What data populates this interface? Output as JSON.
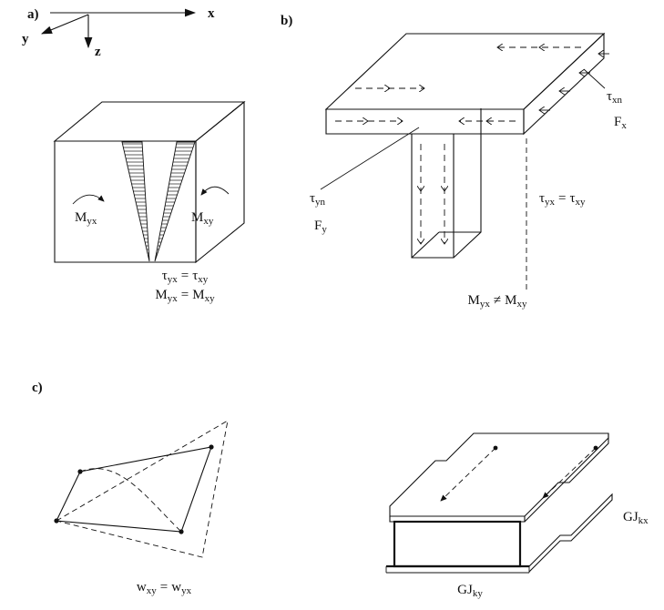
{
  "panel_a": {
    "label": "a)",
    "axes": {
      "x": "x",
      "y": "y",
      "z": "z"
    },
    "moment_left": {
      "main": "M",
      "sub": "yx"
    },
    "moment_right": {
      "main": "M",
      "sub": "xy"
    },
    "eq_tau": {
      "lhs": "τ",
      "lhs_sub": "yx",
      "op": "=",
      "rhs": "τ",
      "rhs_sub": "xy"
    },
    "eq_moment": {
      "lhs": "M",
      "lhs_sub": "yx",
      "op": "=",
      "rhs": "M",
      "rhs_sub": "xy"
    }
  },
  "panel_b": {
    "label": "b)",
    "tau_xn": {
      "main": "τ",
      "sub": "xn"
    },
    "f_x": {
      "main": "F",
      "sub": "x"
    },
    "tau_yn": {
      "main": "τ",
      "sub": "yn"
    },
    "f_y": {
      "main": "F",
      "sub": "y"
    },
    "eq_tau": {
      "lhs": "τ",
      "lhs_sub": "yx",
      "op": "=",
      "rhs": "τ",
      "rhs_sub": "xy"
    },
    "eq_moment": {
      "lhs": "M",
      "lhs_sub": "yx",
      "op": "≠",
      "rhs": "M",
      "rhs_sub": "xy"
    }
  },
  "panel_c": {
    "label": "c)",
    "eq_w": {
      "lhs": "w",
      "lhs_sub": "xy",
      "op": "=",
      "rhs": "w",
      "rhs_sub": "yx"
    },
    "gj_kx": {
      "main": "GJ",
      "sub": "kx"
    },
    "gj_ky": {
      "main": "GJ",
      "sub": "ky"
    }
  }
}
